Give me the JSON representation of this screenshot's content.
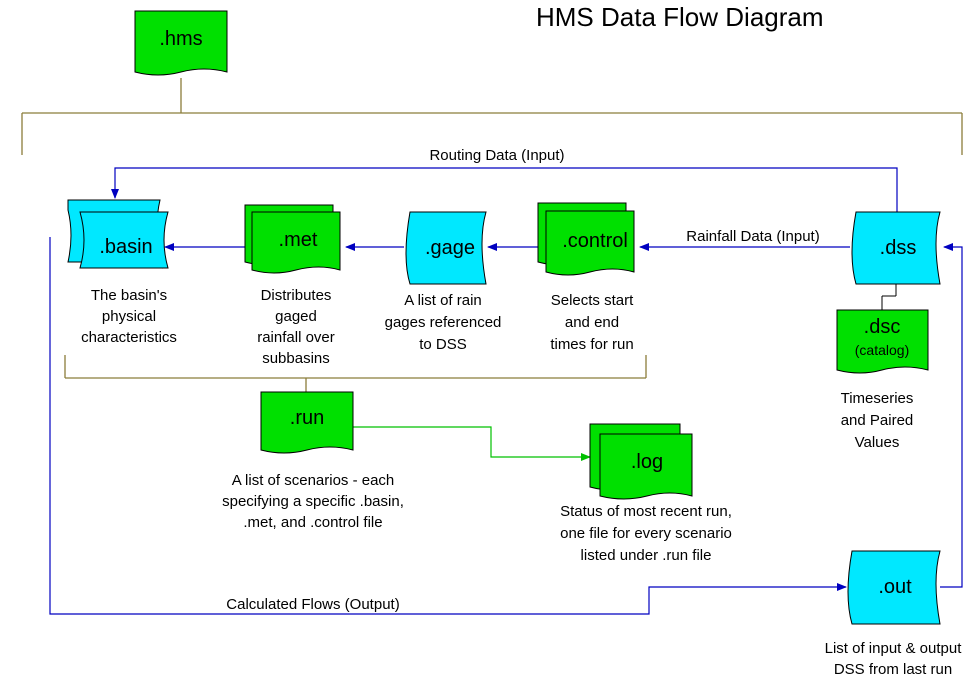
{
  "title": "HMS Data Flow Diagram",
  "colors": {
    "green": "#00e000",
    "cyan": "#00e8ff",
    "olive": "#8b7d3a",
    "blue": "#0000c0",
    "link_green": "#00c000"
  },
  "nodes": {
    "hms": {
      "label": ".hms"
    },
    "basin": {
      "label": ".basin",
      "desc": [
        "The basin's",
        "physical",
        "characteristics"
      ]
    },
    "met": {
      "label": ".met",
      "desc": [
        "Distributes",
        "gaged",
        "rainfall over",
        "subbasins"
      ]
    },
    "gage": {
      "label": ".gage",
      "desc": [
        "A list of  rain",
        "gages referenced",
        "to DSS"
      ]
    },
    "control": {
      "label": ".control",
      "desc": [
        "Selects start",
        "and end",
        "times for run"
      ]
    },
    "dss": {
      "label": ".dss"
    },
    "dsc": {
      "label": ".dsc",
      "sublabel": "(catalog)",
      "desc": [
        "Timeseries",
        "and Paired",
        "Values"
      ]
    },
    "run": {
      "label": ".run",
      "desc": [
        "A list of scenarios - each",
        "specifying  a specific .basin,",
        ".met, and .control file"
      ]
    },
    "log": {
      "label": ".log",
      "desc": [
        "Status of most recent run,",
        "one file for every scenario",
        "listed under .run file"
      ]
    },
    "out": {
      "label": ".out",
      "desc": [
        "List of input & output",
        "DSS from last run"
      ]
    }
  },
  "edges": {
    "routing": "Routing Data (Input)",
    "rainfall": "Rainfall Data (Input)",
    "flows": "Calculated Flows (Output)"
  }
}
